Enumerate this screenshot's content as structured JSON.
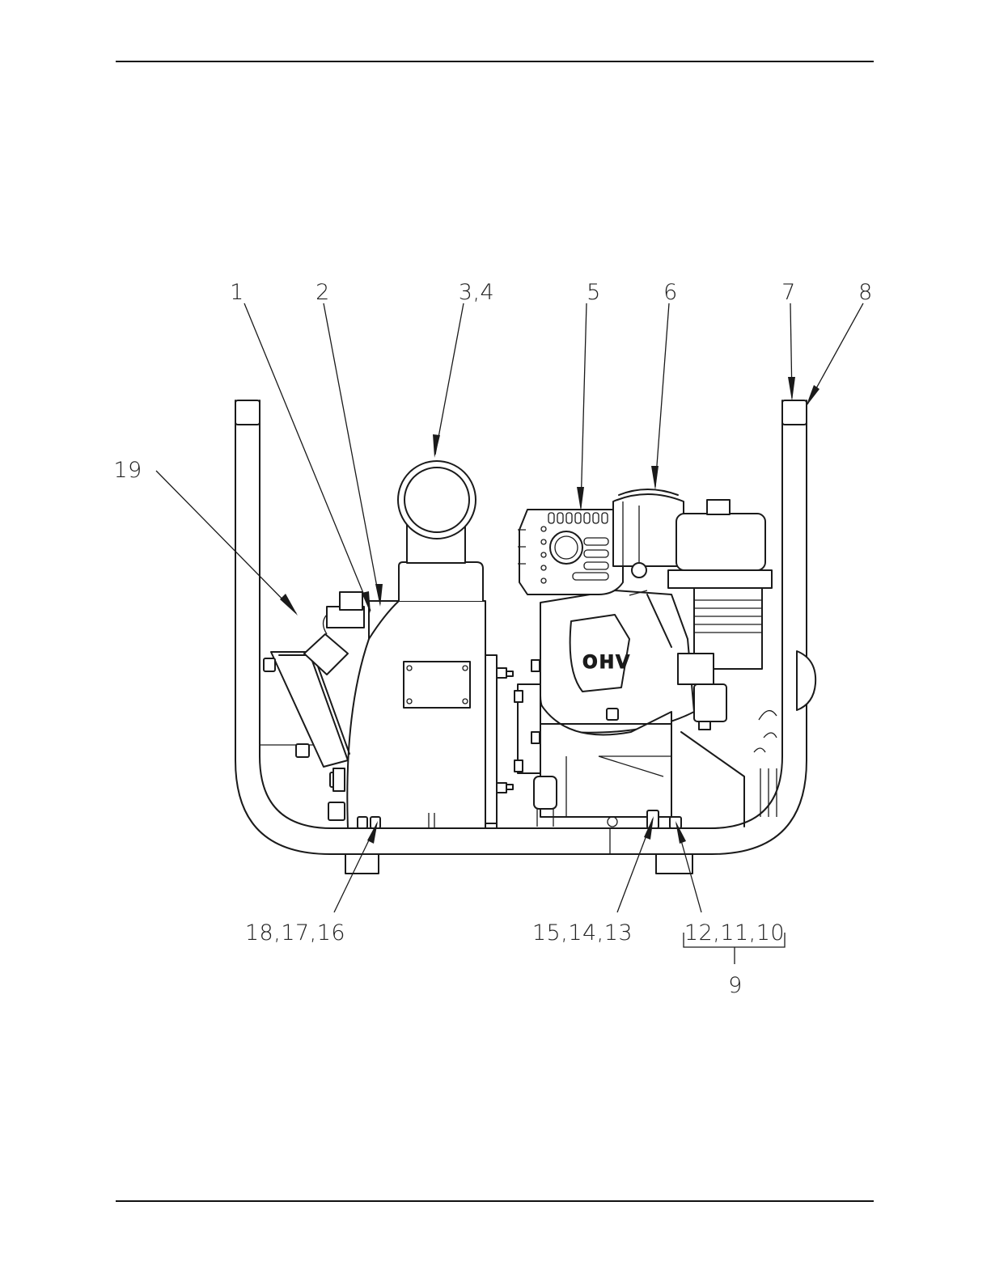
{
  "callouts": {
    "c1": "1",
    "c2": "2",
    "c3": "3,4",
    "c5": "5",
    "c6": "6",
    "c7": "7",
    "c8": "8",
    "c19": "19",
    "c18": "18,17,16",
    "c15": "15,14,13",
    "c12": "12,11,10",
    "c9": "9"
  },
  "engine_badge": "OHV",
  "colors": {
    "line": "#1a1a1a",
    "paper": "#ffffff"
  }
}
